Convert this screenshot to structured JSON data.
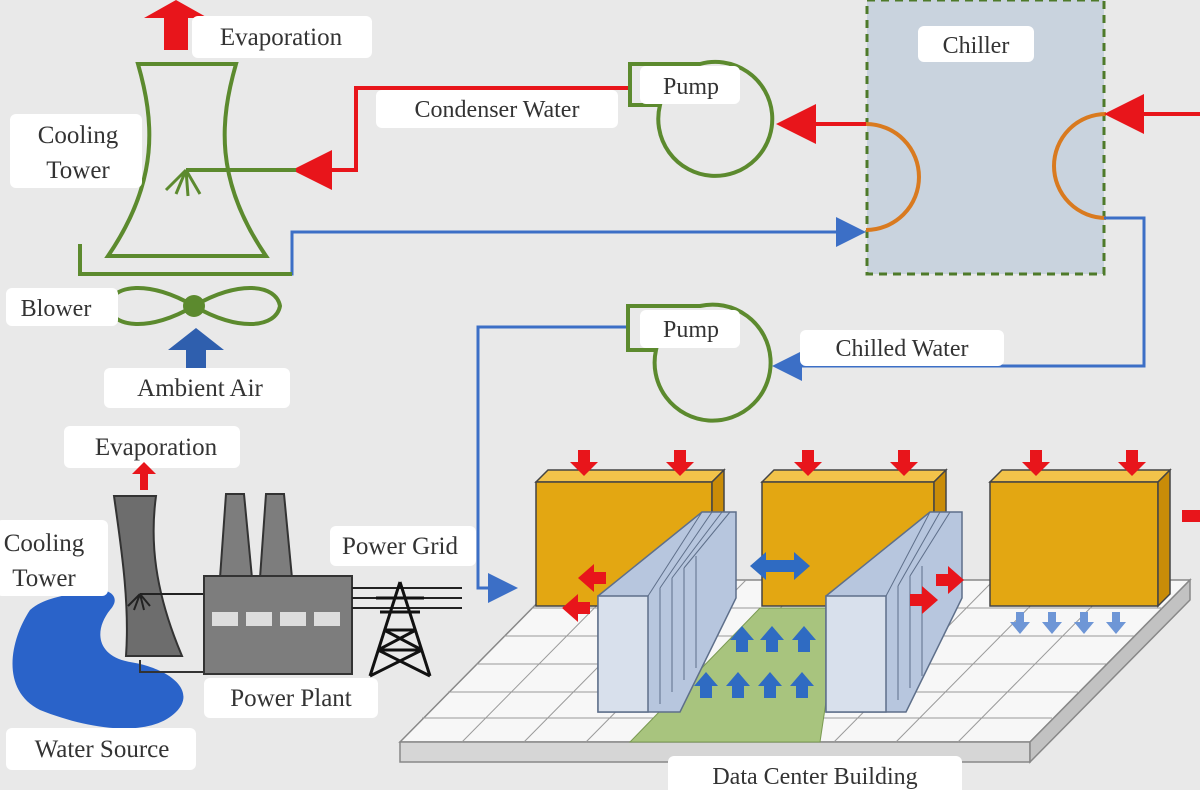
{
  "labels": {
    "evaporation_top": "Evaporation",
    "chiller": "Chiller",
    "pump_top": "Pump",
    "condenser_water": "Condenser Water",
    "cooling_tower_top_line1": "Cooling",
    "cooling_tower_top_line2": "Tower",
    "blower": "Blower",
    "ambient_air": "Ambient Air",
    "pump_mid": "Pump",
    "chilled_water": "Chilled Water",
    "evaporation_bottom": "Evaporation",
    "cooling_tower_bottom_line1": "Cooling",
    "cooling_tower_bottom_line2": "Tower",
    "power_grid": "Power Grid",
    "power_plant": "Power Plant",
    "water_source": "Water Source",
    "data_center_building": "Data Center Building"
  },
  "colors": {
    "hot_water": "#e8151b",
    "cold_water": "#3c6fc6",
    "tower_outline": "#5c8a2e",
    "chiller_coil": "#d97a1f",
    "crah_unit": "#e3a712",
    "rack": "#b7c6de",
    "cold_aisle": "#a8c47e",
    "plant": "#7d7d7d",
    "water": "#2a63c9"
  }
}
